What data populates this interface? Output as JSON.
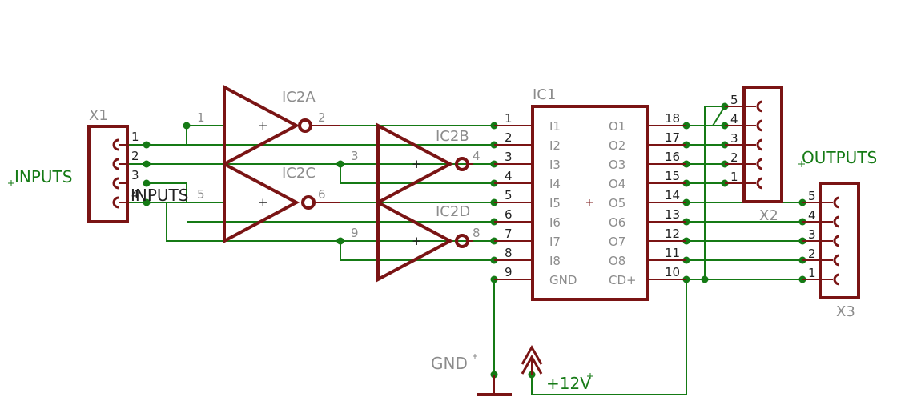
{
  "parts": {
    "x1": "X1",
    "x2": "X2",
    "x3": "X3",
    "ic1": "IC1",
    "ic2a": "IC2A",
    "ic2b": "IC2B",
    "ic2c": "IC2C",
    "ic2d": "IC2D"
  },
  "labels": {
    "inputs": "INPUTS",
    "outputs": "OUTPUTS",
    "gnd": "GND",
    "vcc": "+12V"
  },
  "ic1": {
    "left_pins": [
      "I1",
      "I2",
      "I3",
      "I4",
      "I5",
      "I6",
      "I7",
      "I8",
      "GND"
    ],
    "right_pins": [
      "O1",
      "O2",
      "O3",
      "O4",
      "O5",
      "O6",
      "O7",
      "O8",
      "CD+"
    ],
    "left_nums": [
      "1",
      "2",
      "3",
      "4",
      "5",
      "6",
      "7",
      "8",
      "9"
    ],
    "right_nums": [
      "18",
      "17",
      "16",
      "15",
      "14",
      "13",
      "12",
      "11",
      "10"
    ]
  },
  "connectors": {
    "x1_pins": [
      "1",
      "2",
      "3",
      "4"
    ],
    "x2_pins": [
      "5",
      "4",
      "3",
      "2",
      "1"
    ],
    "x3_pins": [
      "5",
      "4",
      "3",
      "2",
      "1"
    ]
  },
  "gate_pins": {
    "ic2a": [
      "1",
      "2"
    ],
    "ic2b": [
      "3",
      "4"
    ],
    "ic2c": [
      "5",
      "6"
    ],
    "ic2d": [
      "9",
      "8"
    ]
  },
  "gate_mark": "+"
}
